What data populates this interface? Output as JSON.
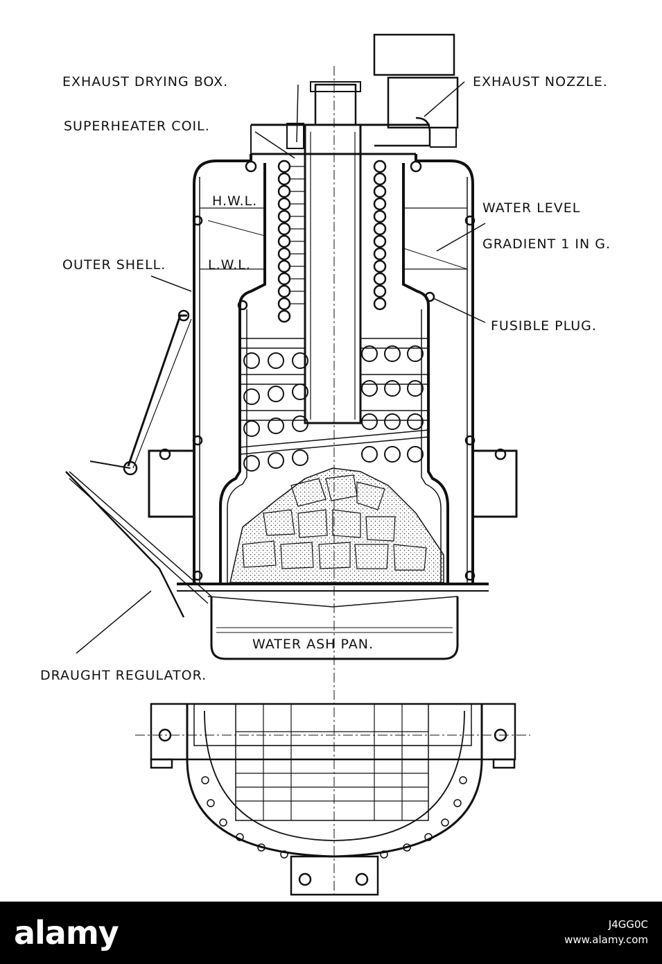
{
  "labels": {
    "exhaust_drying_box": "EXHAUST DRYING BOX.",
    "exhaust_nozzle": "EXHAUST NOZZLE.",
    "superheater_coil": "SUPERHEATER COIL.",
    "hwl": "H.W.L.",
    "water_level": "WATER LEVEL",
    "gradient": "GRADIENT 1 IN G.",
    "outer_shell": "OUTER SHELL.",
    "lwl": "L.W.L.",
    "fusible_plug": "FUSIBLE PLUG.",
    "water_ash_pan": "WATER ASH PAN.",
    "draught_regulator": "DRAUGHT REGULATOR."
  },
  "watermark": {
    "logo": "alamy",
    "image_id": "J4GG0C",
    "url": "www.alamy.com"
  },
  "colors": {
    "ink": "#111111",
    "paper": "#ffffff",
    "bar": "#000000"
  }
}
